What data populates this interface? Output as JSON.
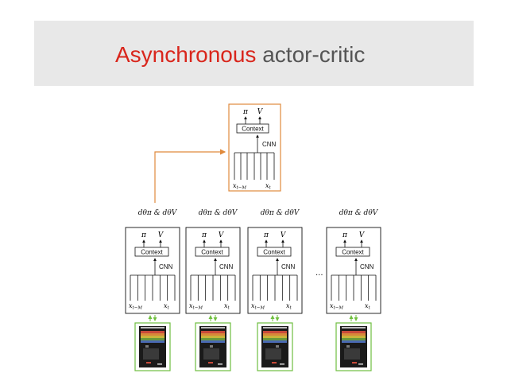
{
  "title": {
    "accent": "Asynchronous",
    "rest": " actor-critic"
  },
  "global_network": {
    "policy": "π",
    "value": "V",
    "context": "Context",
    "cnn": "CNN",
    "input_left": "x",
    "input_left_sub": "t−M",
    "input_right": "x",
    "input_right_sub": "t"
  },
  "workers": [
    {
      "grad": "dθπ & dθV",
      "policy": "π",
      "value": "V",
      "context": "Context",
      "cnn": "CNN",
      "input_left": "x",
      "input_left_sub": "t−M",
      "input_right": "x",
      "input_right_sub": "t"
    },
    {
      "grad": "dθπ & dθV",
      "policy": "π",
      "value": "V",
      "context": "Context",
      "cnn": "CNN",
      "input_left": "x",
      "input_left_sub": "t−M",
      "input_right": "x",
      "input_right_sub": "t"
    },
    {
      "grad": "dθπ & dθV",
      "policy": "π",
      "value": "V",
      "context": "Context",
      "cnn": "CNN",
      "input_left": "x",
      "input_left_sub": "t−M",
      "input_right": "x",
      "input_right_sub": "t"
    },
    {
      "grad": "dθπ & dθV",
      "policy": "π",
      "value": "V",
      "context": "Context",
      "cnn": "CNN",
      "input_left": "x",
      "input_left_sub": "t−M",
      "input_right": "x",
      "input_right_sub": "t"
    }
  ],
  "ellipsis": "...",
  "colors": {
    "accent": "#d9261c",
    "update_arrow": "#e08a3c",
    "env_arrow": "#6fbf3f",
    "env_border": "#6fbf3f",
    "network_border": "#e08a3c"
  }
}
